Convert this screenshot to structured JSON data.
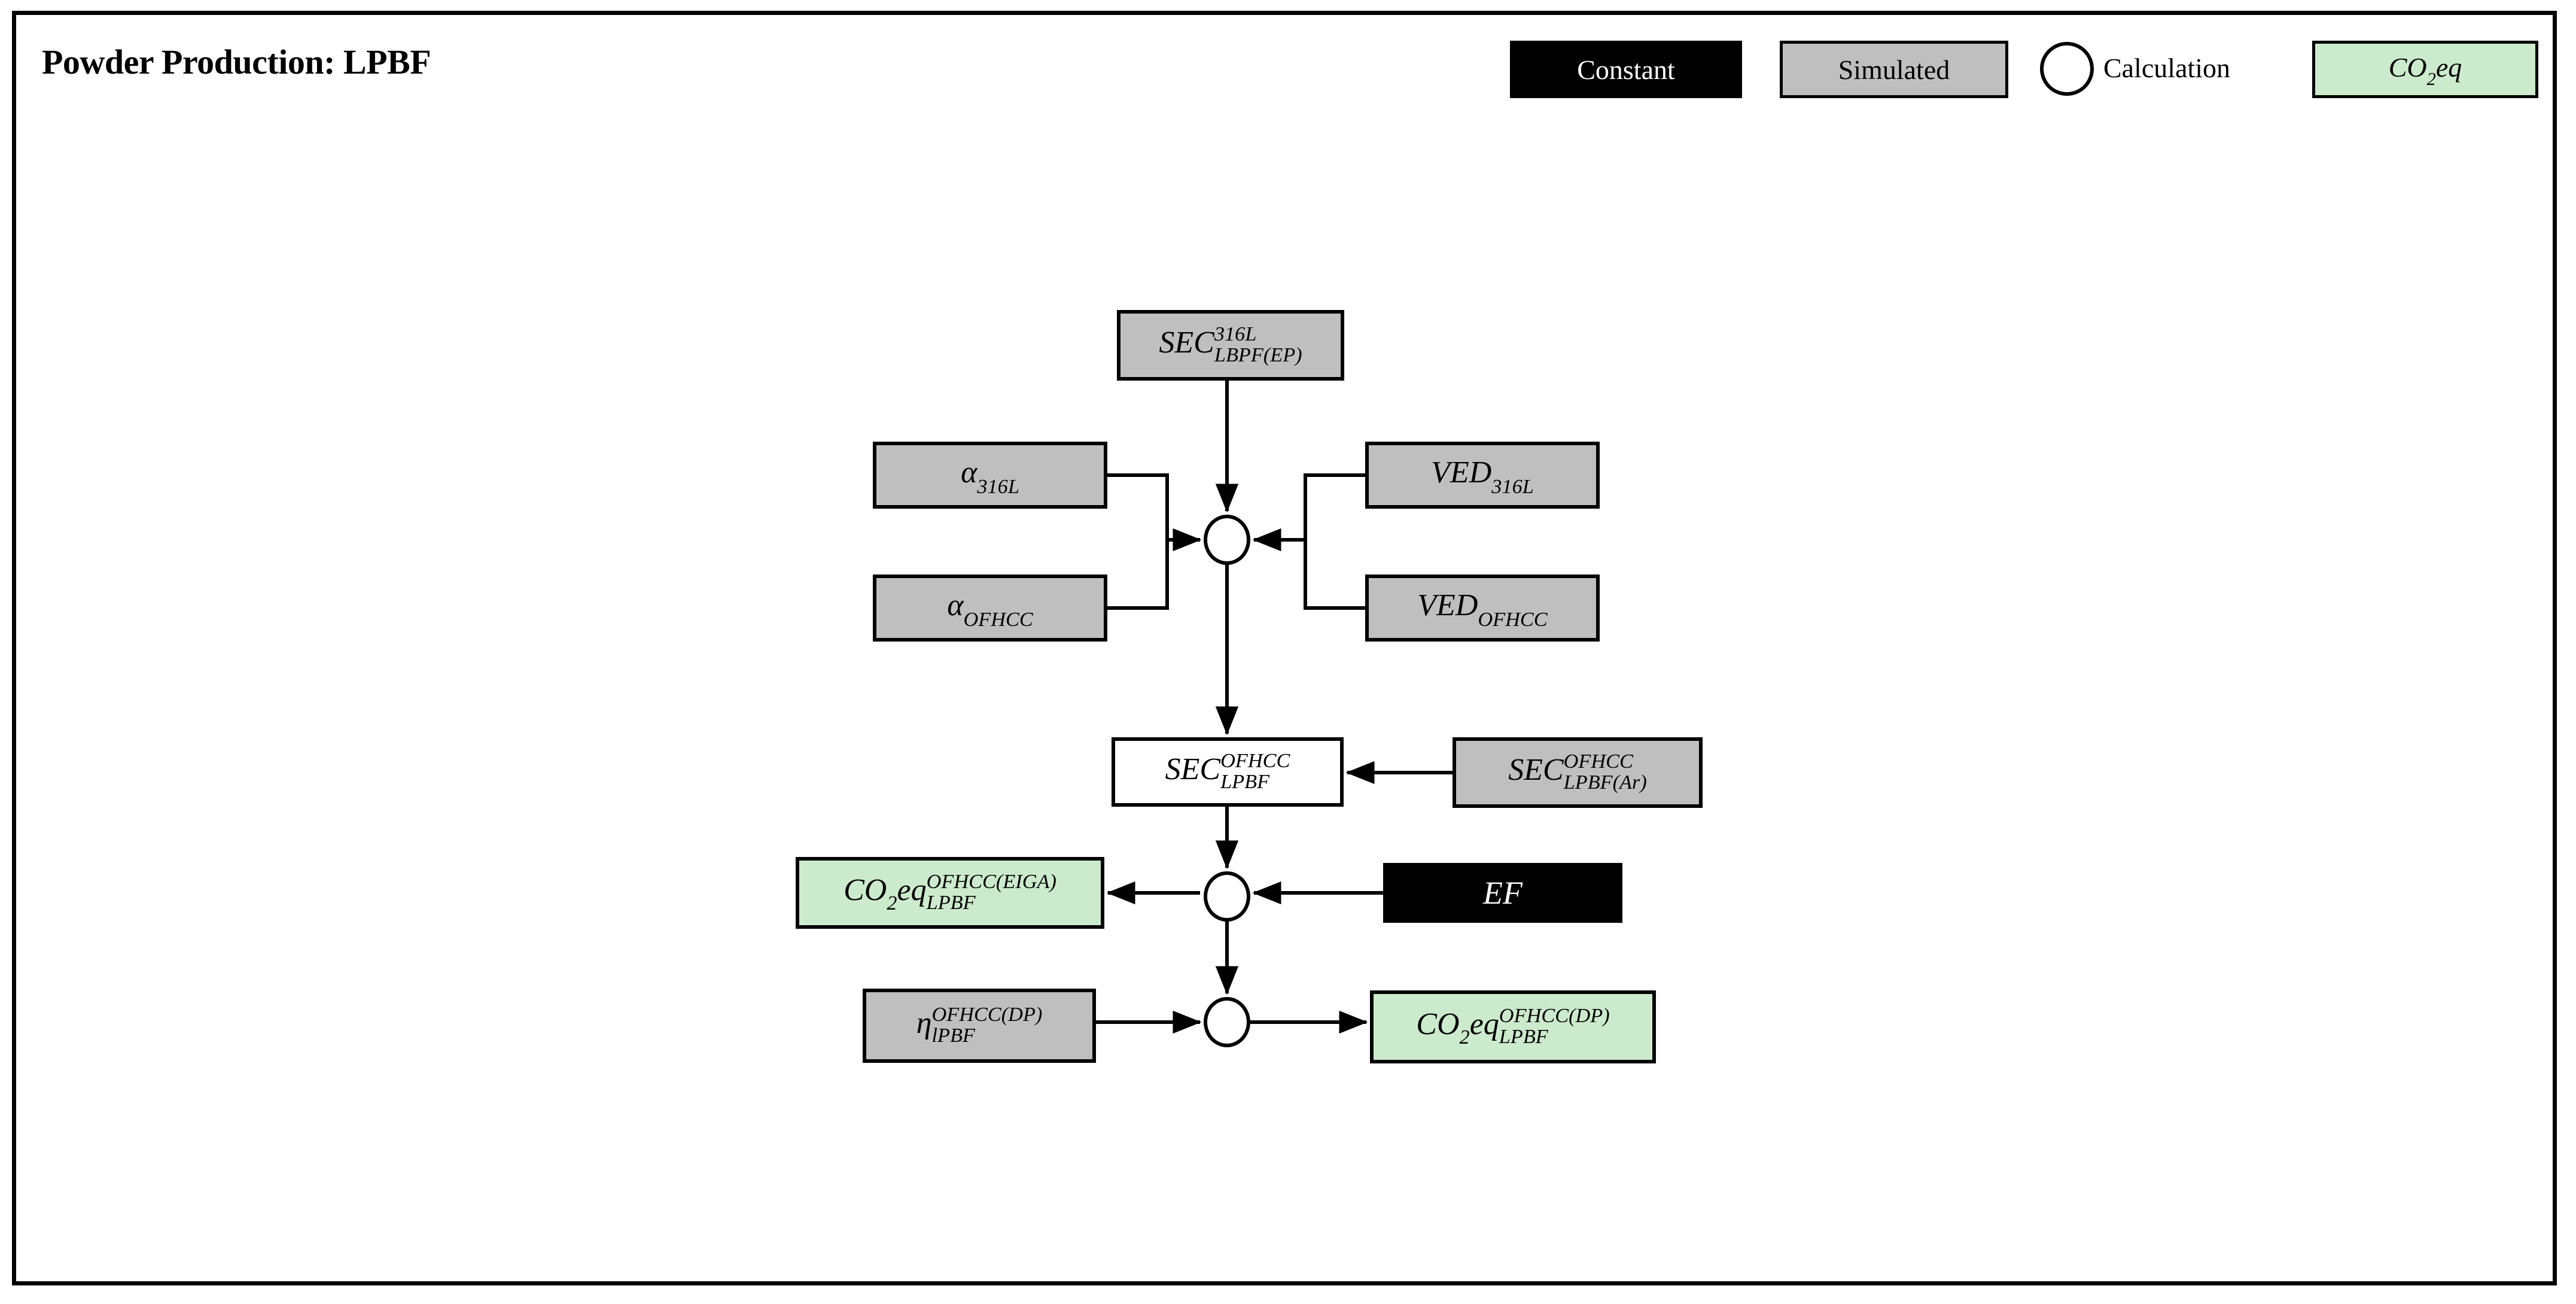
{
  "page": {
    "title": "Powder Production: LPBF",
    "background": "#FFFFFF",
    "frame_color": "#000000"
  },
  "colors": {
    "constant": "#000000",
    "simulated": "#BFBFBF",
    "calculation": "#FFFFFF",
    "co2eq": "#CCEBCC",
    "stroke": "#000000"
  },
  "legend": {
    "constant_label": "Constant",
    "simulated_label": "Simulated",
    "calculation_label": "Calculation",
    "co2eq": {
      "base": "CO",
      "sub": "2",
      "tail": "eq"
    }
  },
  "nodes": {
    "sec_ep": {
      "base": "SEC",
      "sup": "316L",
      "sub": "LBPF(EP)",
      "type": "simulated"
    },
    "alpha_316l": {
      "base": "α",
      "sup": "",
      "sub": "316L",
      "type": "simulated"
    },
    "alpha_ofhcc": {
      "base": "α",
      "sup": "",
      "sub": "OFHCC",
      "type": "simulated"
    },
    "ved_316l": {
      "base": "VED",
      "sup": "",
      "sub": "316L",
      "type": "simulated"
    },
    "ved_ofhcc": {
      "base": "VED",
      "sup": "",
      "sub": "OFHCC",
      "type": "simulated"
    },
    "sec_lpbf": {
      "base": "SEC",
      "sup": "OFHCC",
      "sub": "LPBF",
      "type": "calculation"
    },
    "sec_ar": {
      "base": "SEC",
      "sup": "OFHCC",
      "sub": "LPBF(Ar)",
      "type": "simulated"
    },
    "co2_eiga": {
      "base": "CO",
      "base_sub": "2",
      "base_tail": "eq",
      "sup": "OFHCC(EIGA)",
      "sub": "LPBF",
      "type": "co2eq"
    },
    "ef": {
      "base": "EF",
      "sup": "",
      "sub": "",
      "type": "constant"
    },
    "eta": {
      "base": "η",
      "sup": "OFHCC(DP)",
      "sub": "lPBF",
      "type": "simulated"
    },
    "co2_dp": {
      "base": "CO",
      "base_sub": "2",
      "base_tail": "eq",
      "sup": "OFHCC(DP)",
      "sub": "LPBF",
      "type": "co2eq"
    }
  },
  "circles": {
    "top_label": "",
    "mid_label": "",
    "bottom_label": ""
  }
}
